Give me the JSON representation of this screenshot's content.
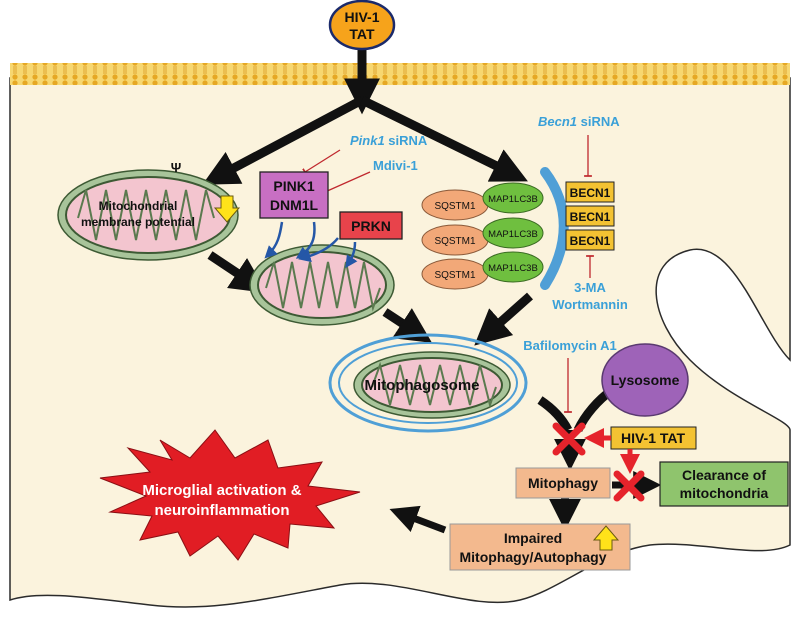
{
  "hiv_top": {
    "line1": "HIV-1",
    "line2": "TAT"
  },
  "psi": "Ψ",
  "mito_potential": {
    "line1": "Mitochondrial",
    "line2": "membrane potential"
  },
  "pink1_sirna": {
    "italic": "Pink1",
    "rest": " siRNA"
  },
  "mdivi": "Mdivi-1",
  "pink1_box": {
    "line1": "PINK1",
    "line2": "DNM1L"
  },
  "prkn": "PRKN",
  "becn1_sirna": {
    "italic": "Becn1",
    "rest": " siRNA"
  },
  "becn1_labels": [
    "BECN1",
    "BECN1",
    "BECN1"
  ],
  "sqstm1_labels": [
    "SQSTM1",
    "SQSTM1",
    "SQSTM1"
  ],
  "map1lc3b_labels": [
    "MAP1LC3B",
    "MAP1LC3B",
    "MAP1LC3B"
  ],
  "inhibitor_3ma": "3-MA",
  "wortmannin": "Wortmannin",
  "bafilomycin": "Bafilomycin A1",
  "mitophagosome": "Mitophagosome",
  "lysosome": "Lysosome",
  "hiv_tat_box": "HIV-1 TAT",
  "mitophagy": "Mitophagy",
  "clearance": {
    "line1": "Clearance of",
    "line2": "mitochondria"
  },
  "microglial": {
    "line1": "Microglial activation &",
    "line2": "neuroinflammation"
  },
  "impaired": {
    "line1": "Impaired",
    "line2": "Mitophagy/Autophagy"
  },
  "colors": {
    "cell_fill": "#fbf3dd",
    "membrane": "#f2c23a",
    "label_blue": "#3aa0d8",
    "pink_box": "#c86fc3",
    "prkn_box": "#e8434b",
    "becn_box": "#f3c232",
    "sqstm_fill": "#f2a878",
    "lc3_fill": "#6fbf3f",
    "lysosome": "#9e63b8",
    "impaired_box": "#f3b98e",
    "clearance_box": "#8fc46d",
    "star_red": "#e11d24",
    "inhibit_red": "#c0282e"
  }
}
